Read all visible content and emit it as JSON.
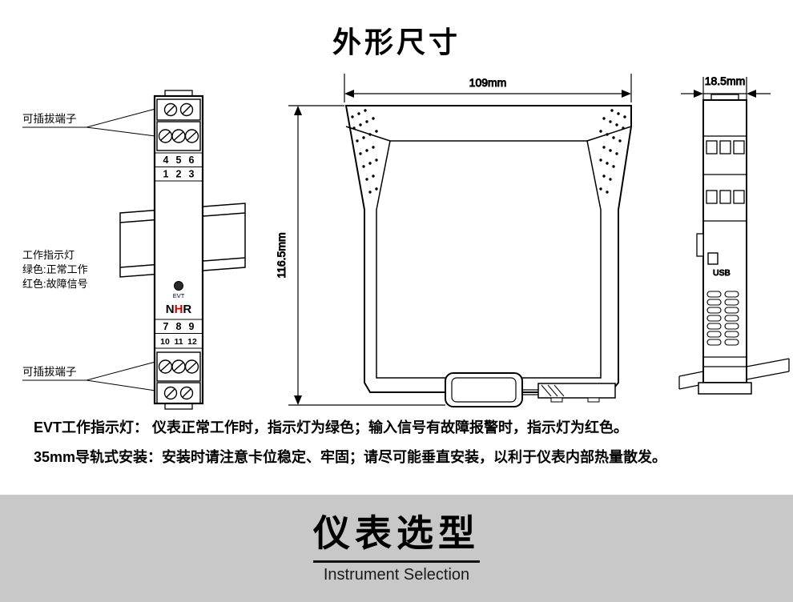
{
  "title": "外形尺寸",
  "front_view": {
    "label_top_terminal": "可插拔端子",
    "label_bottom_terminal": "可插拔端子",
    "indicator_lines": [
      "工作指示灯",
      "绿色:正常工作",
      "红色:故障信号"
    ],
    "evt": "EVT",
    "logo": "NHR",
    "logo_letters": [
      "N",
      "H",
      "R"
    ],
    "terminal_rows": {
      "row1": [
        "4",
        "5",
        "6"
      ],
      "row2": [
        "1",
        "2",
        "3"
      ],
      "row3": [
        "7",
        "8",
        "9"
      ],
      "row4": [
        "10",
        "11",
        "12"
      ]
    }
  },
  "side_view": {
    "width_dim": "109mm",
    "height_dim": "116.5mm"
  },
  "end_view": {
    "depth_dim": "18.5mm",
    "usb": "USB"
  },
  "notes": [
    "EVT工作指示灯： 仪表正常工作时，指示灯为绿色；输入信号有故障报警时，指示灯为红色。",
    "35mm导轨式安装：安装时请注意卡位稳定、牢固；请尽可能垂直安装，以利于仪表内部热量散发。"
  ],
  "footer": {
    "title": "仪表选型",
    "subtitle": "Instrument Selection"
  },
  "colors": {
    "terminal_number_red": "#cc0000",
    "logo_red": "#cc0000",
    "banner_bg": "#c8c8c8",
    "ink": "#000000"
  }
}
